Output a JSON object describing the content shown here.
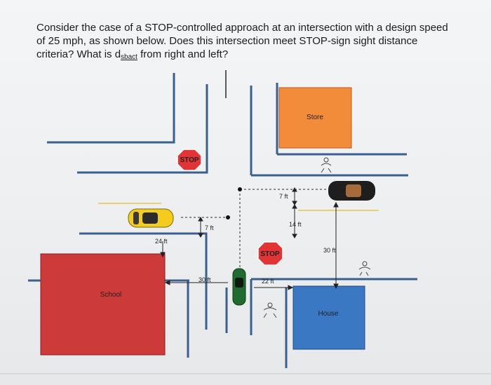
{
  "question": {
    "part1": "Consider the case of a STOP-controlled approach at an intersection with a design speed of 25 mph, as shown below. Does this intersection meet STOP-sign sight distance criteria? What is d",
    "subscript": "sbact",
    "part2": " from right and left?"
  },
  "labels": {
    "store": "Store",
    "school": "School",
    "house": "House",
    "stop_sign": "STOP",
    "dim_24ft": "24 ft",
    "dim_7ft": "7 ft",
    "dim_14ft": "14 ft",
    "dim_30ft": "30 ft",
    "dim_22ft": "22 ft"
  },
  "colors": {
    "store": "#f28b3a",
    "school": "#cc3a3a",
    "house": "#3a78c4",
    "road_edge": "#3b5f8f",
    "stop_sign": "#e23434",
    "yellow_car": "#f3cc1e",
    "green_car": "#1f6b30",
    "black_car": "#1e1e1e"
  }
}
